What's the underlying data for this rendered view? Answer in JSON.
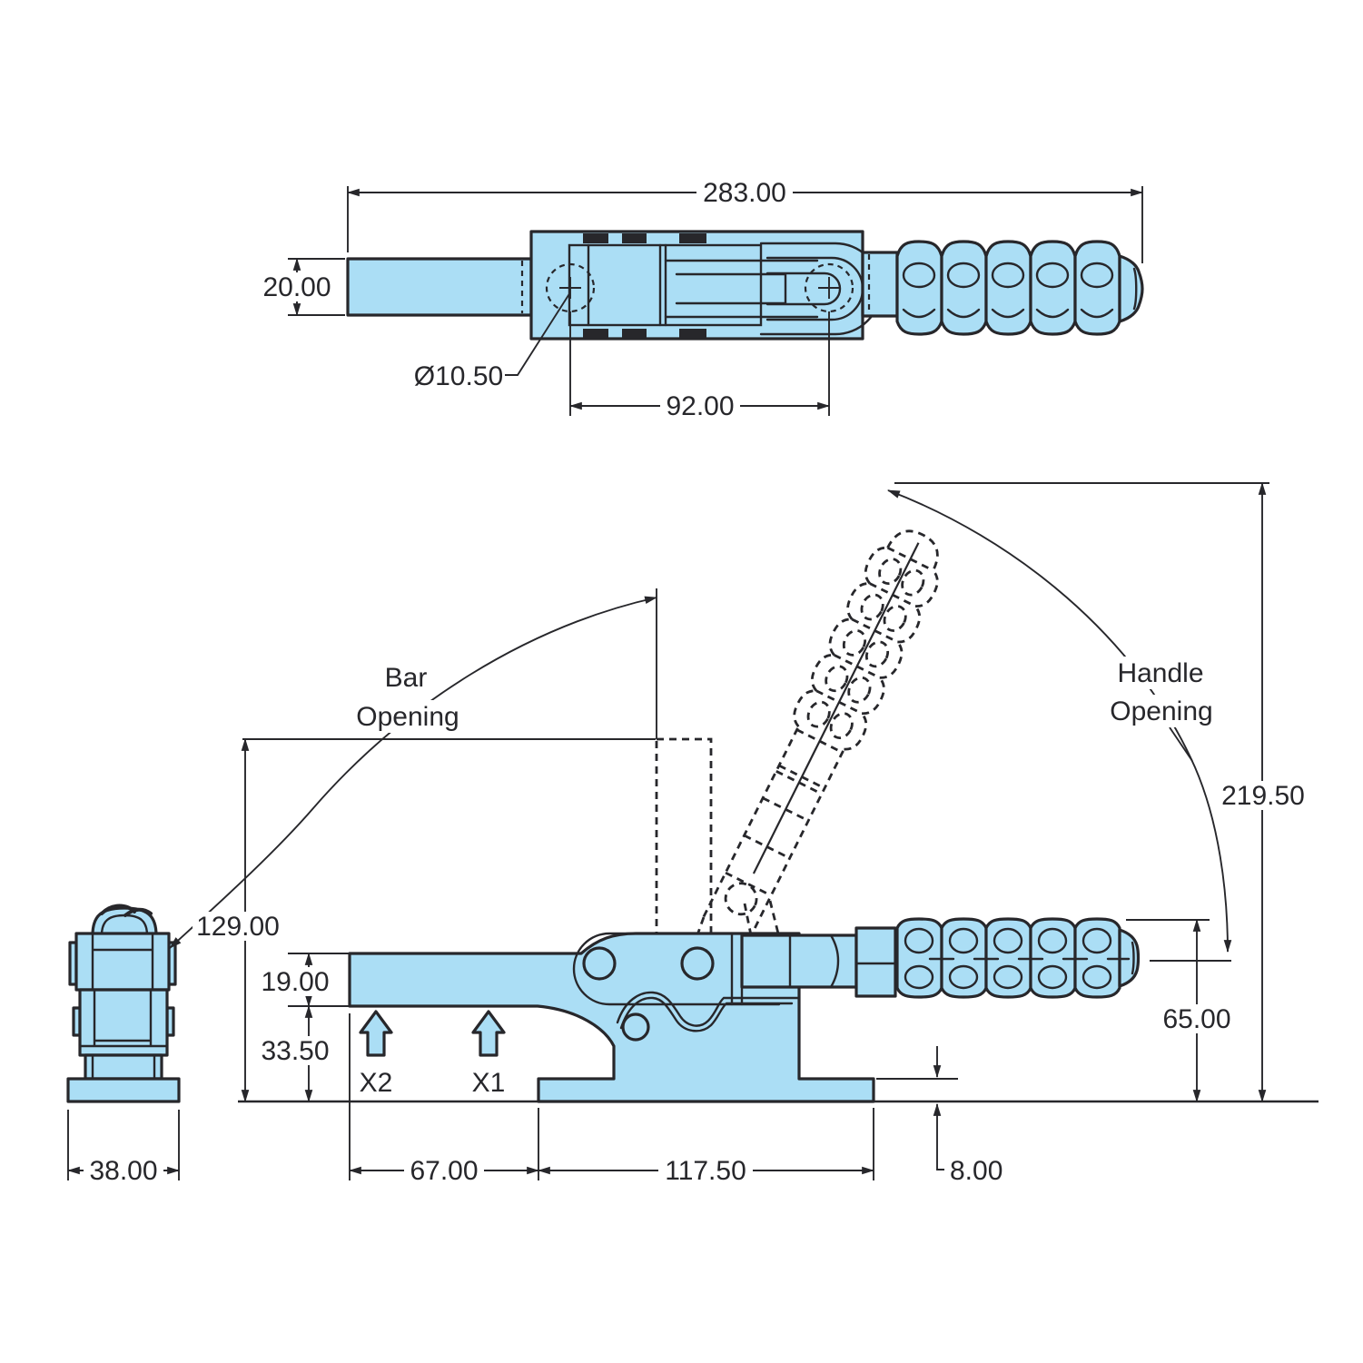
{
  "drawing": {
    "colors": {
      "part_fill": "#ABDEF5",
      "line_color": "#27272B"
    },
    "top_view": {
      "overall_length": "283.00",
      "bar_width": "20.00",
      "hole_diameter": "Ø10.50",
      "hole_spacing": "92.00"
    },
    "front_view": {
      "bar_opening": {
        "line1": "Bar",
        "line2": "Opening"
      },
      "handle_opening": {
        "line1": "Handle",
        "line2": "Opening"
      },
      "handle_open_height": "219.50",
      "bar_open_height": "129.00",
      "bar_thickness": "19.00",
      "bar_clearance_height": "33.50",
      "handle_closed_height": "65.00",
      "bar_overhang": "67.00",
      "base_length": "117.50",
      "base_thickness": "8.00",
      "force_arrow_2": "X2",
      "force_arrow_1": "X1"
    },
    "end_view": {
      "base_width": "38.00"
    }
  }
}
